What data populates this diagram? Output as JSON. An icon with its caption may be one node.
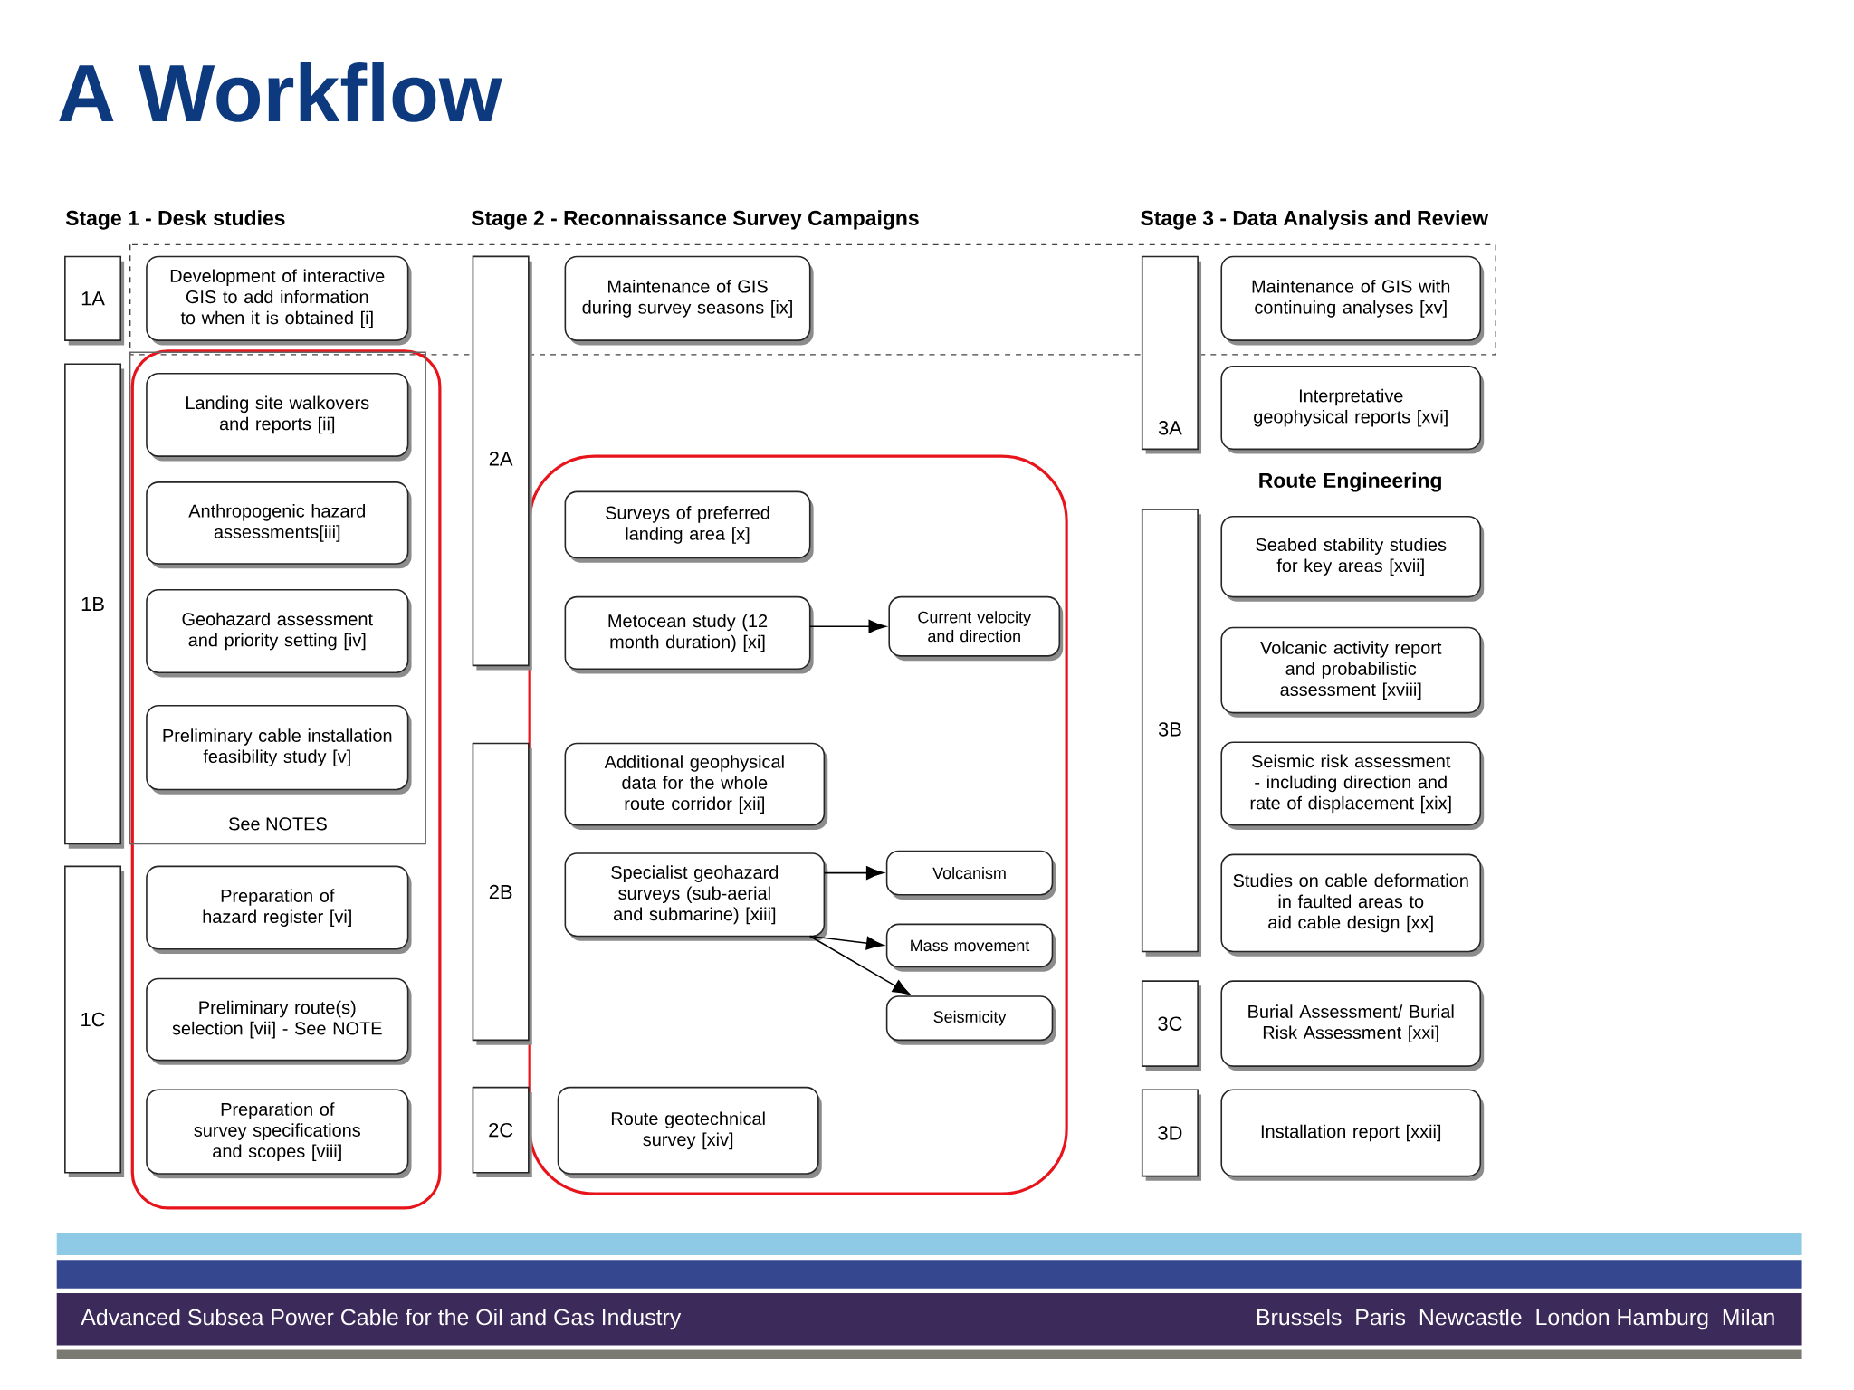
{
  "diagram": {
    "title": "A Workflow",
    "nodes": [
      {
        "text": [
          "1A"
        ]
      },
      {
        "text": [
          "Development of interactive GIS to add information to when it is obtained [i]"
        ]
      },
      {
        "text": [
          "1B"
        ]
      },
      {
        "text": [
          "See NOTES"
        ]
      },
      {
        "text": [
          "Landing site walkovers and reports [ii]"
        ],
        "in": 3
      },
      {
        "text": [
          "Anthropogenic hazard assessments[iii]"
        ],
        "in": 3
      },
      {
        "text": [
          "Geohazard assessment and priority setting [iv]"
        ],
        "in": 3
      },
      {
        "text": [
          "Preliminary cable installation feasibility study [v]"
        ],
        "in": 3
      },
      {
        "text": [
          "1C"
        ]
      },
      {
        "text": [
          "Preparation of hazard register [vi]"
        ]
      },
      {
        "text": [
          "Preliminary route(s) selection [vii] - See NOTE"
        ]
      },
      {
        "text": [
          "Preparation of survey specifications and scopes [viii]"
        ]
      },
      {
        "text": [
          "2A"
        ]
      },
      {
        "text": [
          "Maintenance of GIS during survey seasons [ix]"
        ]
      },
      {
        "text": [
          "Surveys of preferred landing area [x]"
        ]
      },
      {
        "text": [
          "Metocean study (12 month duration) [xi]"
        ]
      },
      {
        "text": [
          "Current velocity and direction"
        ]
      },
      {
        "text": [
          "2B"
        ]
      },
      {
        "text": [
          "Additional geophysical data for the whole route corridor [xii]"
        ]
      },
      {
        "text": [
          "Specialist geohazard surveys (sub-aerial and submarine) [xiii]"
        ]
      },
      {
        "text": [
          "Volcanism"
        ]
      },
      {
        "text": [
          "Mass movement"
        ]
      },
      {
        "text": [
          "Seismicity"
        ]
      },
      {
        "text": [
          "2C"
        ]
      },
      {
        "text": [
          "Route geotechnical survey [xiv]"
        ]
      },
      {
        "text": [
          "3A"
        ]
      },
      {
        "text": [
          "Maintenance of GIS with continuing analyses [xv]"
        ]
      },
      {
        "text": [
          "Interpretative geophysical reports [xvi]"
        ]
      },
      {
        "text": [
          "3B"
        ]
      },
      {
        "text": [
          "Seabed stability studies for key areas [xvii]"
        ]
      },
      {
        "text": [
          "Volcanic activity report and probabilistic assessment [xviii]"
        ]
      },
      {
        "text": [
          "Seismic risk assessment - including direction and rate of displacement [xix]"
        ]
      },
      {
        "text": [
          "Studies on cable deformation in faulted areas to aid cable design [xx]"
        ]
      },
      {
        "text": [
          "3C"
        ]
      },
      {
        "text": [
          "Burial Assessment/ Burial Risk Assessment [xxi]"
        ]
      },
      {
        "text": [
          "3D"
        ]
      },
      {
        "text": [
          "Installation report [xxii]"
        ]
      }
    ],
    "edges": [
      {
        "from": 15,
        "to": 16,
        "arrow": "to"
      },
      {
        "from": 19,
        "to": 20,
        "arrow": "to"
      },
      {
        "from": 19,
        "to": 21,
        "arrow": "to"
      },
      {
        "from": 19,
        "to": 22,
        "arrow": "to"
      }
    ],
    "labels": [
      "Stage 1 - Desk studies",
      "Stage 2 - Reconnaissance Survey Campaigns",
      "Stage 3 - Data Analysis and Review",
      "Route Engineering",
      "Advanced Subsea Power Cable for the Oil and Gas Industry",
      "Brussels  Paris  Newcastle  London Hamburg  Milan"
    ]
  }
}
